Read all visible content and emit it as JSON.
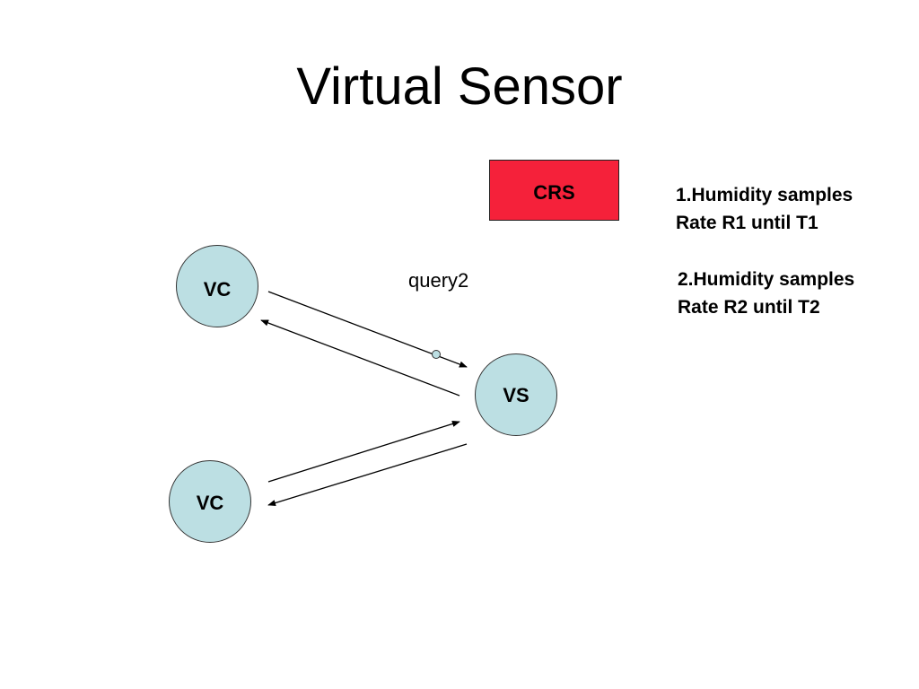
{
  "title": "Virtual Sensor",
  "crs": {
    "label": "CRS"
  },
  "nodes": {
    "vc_top": "VC",
    "vs": "VS",
    "vc_bottom": "VC"
  },
  "query_label": "query2",
  "notes": [
    {
      "line1": "1.Humidity samples",
      "line2": "Rate R1 until T1"
    },
    {
      "line1": "2.Humidity samples",
      "line2": "Rate R2 until T2"
    }
  ],
  "colors": {
    "crs_fill": "#f5213a",
    "node_fill": "#bcdfe3"
  }
}
